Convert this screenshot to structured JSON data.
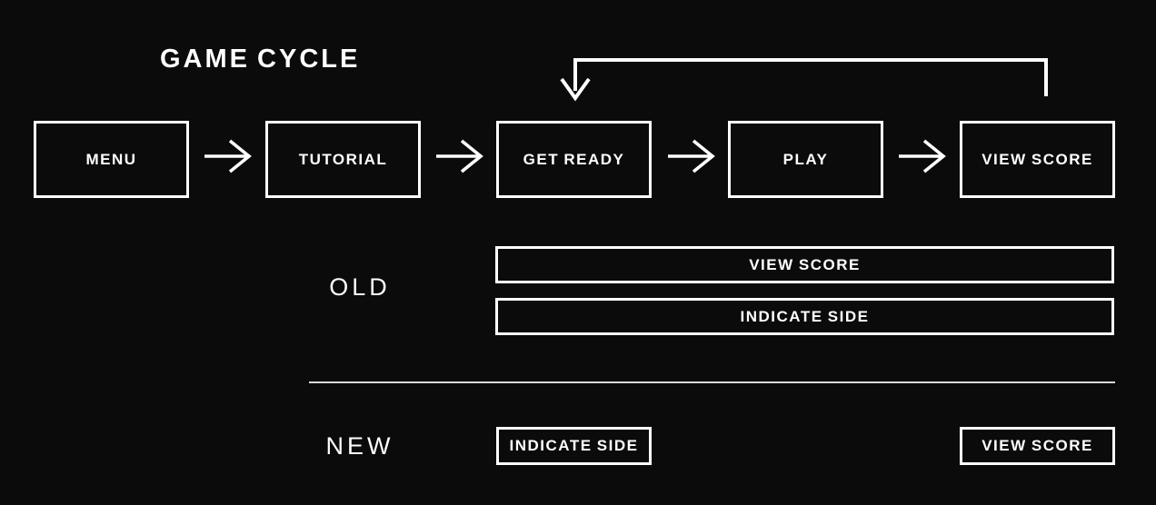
{
  "title": "GAME CYCLE",
  "colors": {
    "background": "#0b0b0b",
    "foreground": "#ffffff",
    "divider": "#d9d9d9"
  },
  "flow": {
    "nodes": [
      {
        "label": "MENU"
      },
      {
        "label": "TUTORIAL"
      },
      {
        "label": "GET READY"
      },
      {
        "label": "PLAY"
      },
      {
        "label": "VIEW SCORE"
      }
    ],
    "arrow_icon": "arrow-right-icon",
    "loop": {
      "icon": "loop-arrow-icon",
      "from": "VIEW SCORE",
      "to": "GET READY"
    }
  },
  "old_section": {
    "label": "OLD",
    "bars": [
      {
        "label": "VIEW SCORE"
      },
      {
        "label": "INDICATE SIDE"
      }
    ]
  },
  "new_section": {
    "label": "NEW",
    "boxes": [
      {
        "label": "INDICATE SIDE"
      },
      {
        "label": "VIEW SCORE"
      }
    ]
  }
}
